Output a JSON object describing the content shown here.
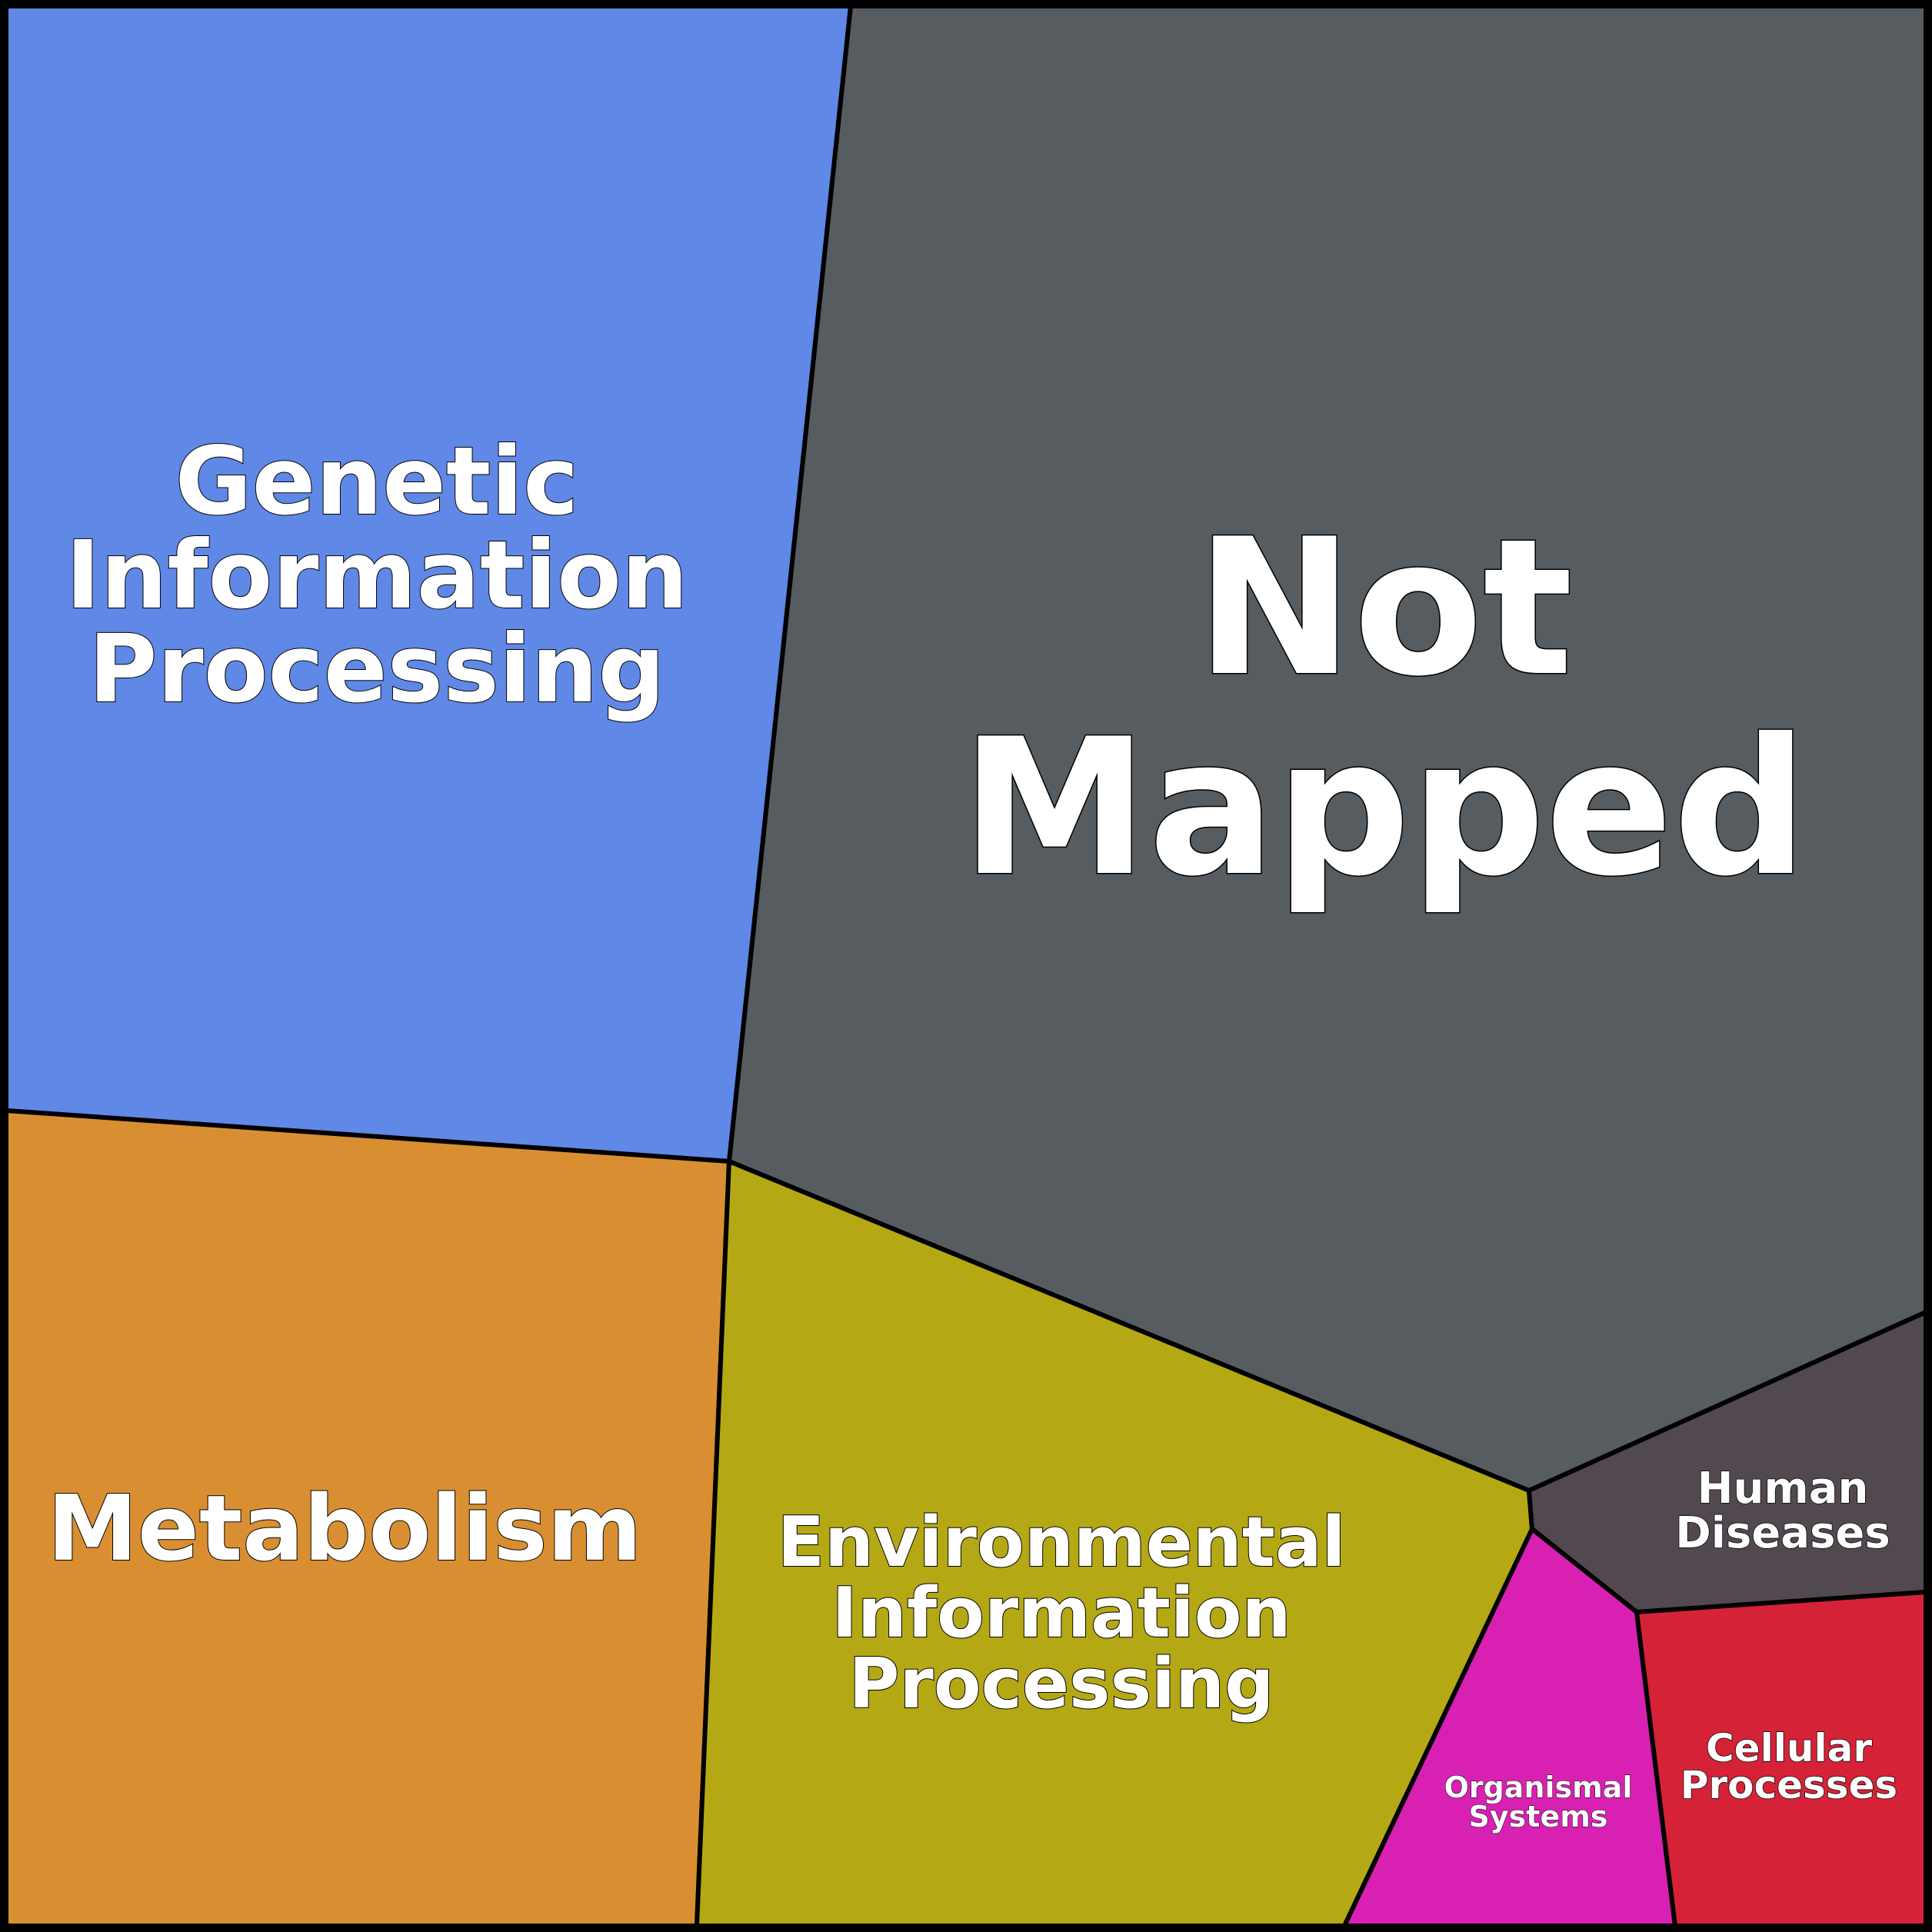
{
  "chart_data": {
    "type": "voronoi-treemap",
    "cells": [
      {
        "id": "not-mapped",
        "lines": [
          "Not",
          "Mapped"
        ],
        "color": "#575c61"
      },
      {
        "id": "genetic-information-processing",
        "lines": [
          "Genetic",
          "Information",
          "Processing"
        ],
        "color": "#6088e6"
      },
      {
        "id": "metabolism",
        "lines": [
          "Metabolism"
        ],
        "color": "#d98f31"
      },
      {
        "id": "environmental-information-processing",
        "lines": [
          "Environmental",
          "Information",
          "Processing"
        ],
        "color": "#b5a815"
      },
      {
        "id": "human-diseases",
        "lines": [
          "Human",
          "Diseases"
        ],
        "color": "#524950"
      },
      {
        "id": "organismal-systems",
        "lines": [
          "Organismal",
          "Systems"
        ],
        "color": "#d820b2"
      },
      {
        "id": "cellular-processes",
        "lines": [
          "Cellular",
          "Processes"
        ],
        "color": "#d62237"
      }
    ]
  }
}
